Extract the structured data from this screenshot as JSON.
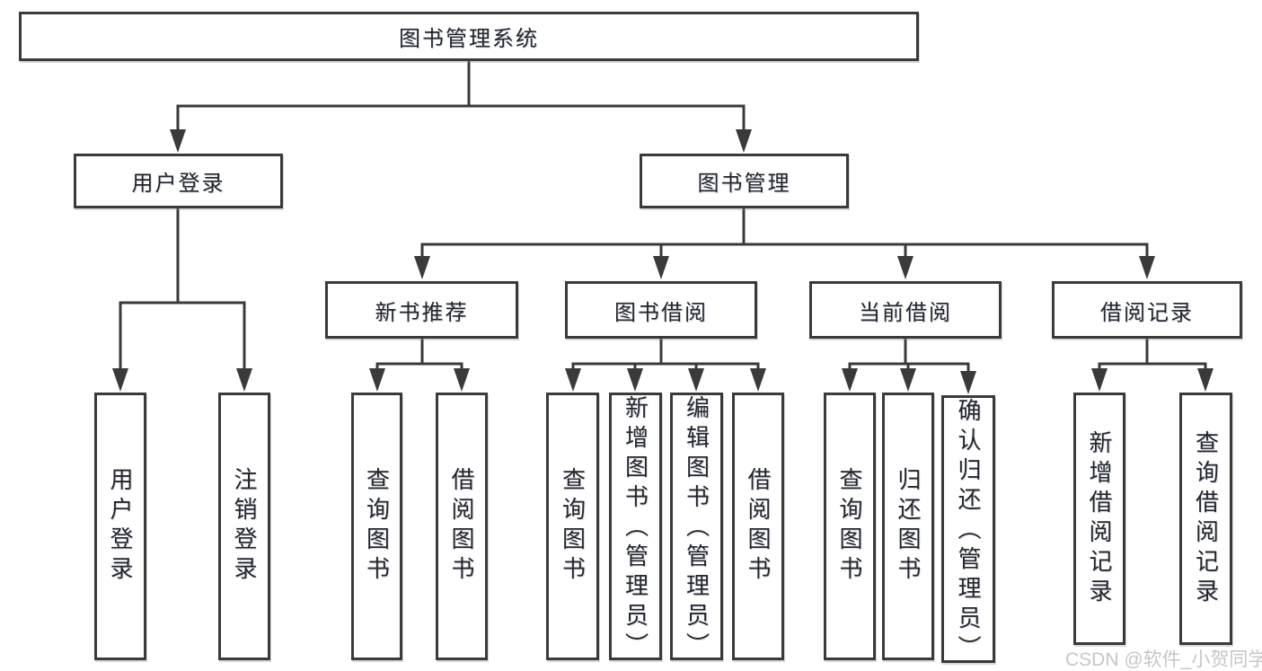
{
  "colors": {
    "line": "#3a3a3a",
    "text": "#262626",
    "watermark": "#c6c6c6",
    "background": "#ffffff"
  },
  "watermark": "CSDN @软件_小贺同学",
  "root": {
    "label": "图书管理系统",
    "children": [
      {
        "label": "用户登录",
        "children": [
          {
            "label": "用户登录"
          },
          {
            "label": "注销登录"
          }
        ]
      },
      {
        "label": "图书管理",
        "children": [
          {
            "label": "新书推荐",
            "children": [
              {
                "label": "查询图书"
              },
              {
                "label": "借阅图书"
              }
            ]
          },
          {
            "label": "图书借阅",
            "children": [
              {
                "label": "查询图书"
              },
              {
                "label": "新增图书（管理员）"
              },
              {
                "label": "编辑图书（管理员）"
              },
              {
                "label": "借阅图书"
              }
            ]
          },
          {
            "label": "当前借阅",
            "children": [
              {
                "label": "查询图书"
              },
              {
                "label": "归还图书"
              },
              {
                "label": "确认归还（管理员）"
              }
            ]
          },
          {
            "label": "借阅记录",
            "children": [
              {
                "label": "新增借阅记录"
              },
              {
                "label": "查询借阅记录"
              }
            ]
          }
        ]
      }
    ]
  }
}
